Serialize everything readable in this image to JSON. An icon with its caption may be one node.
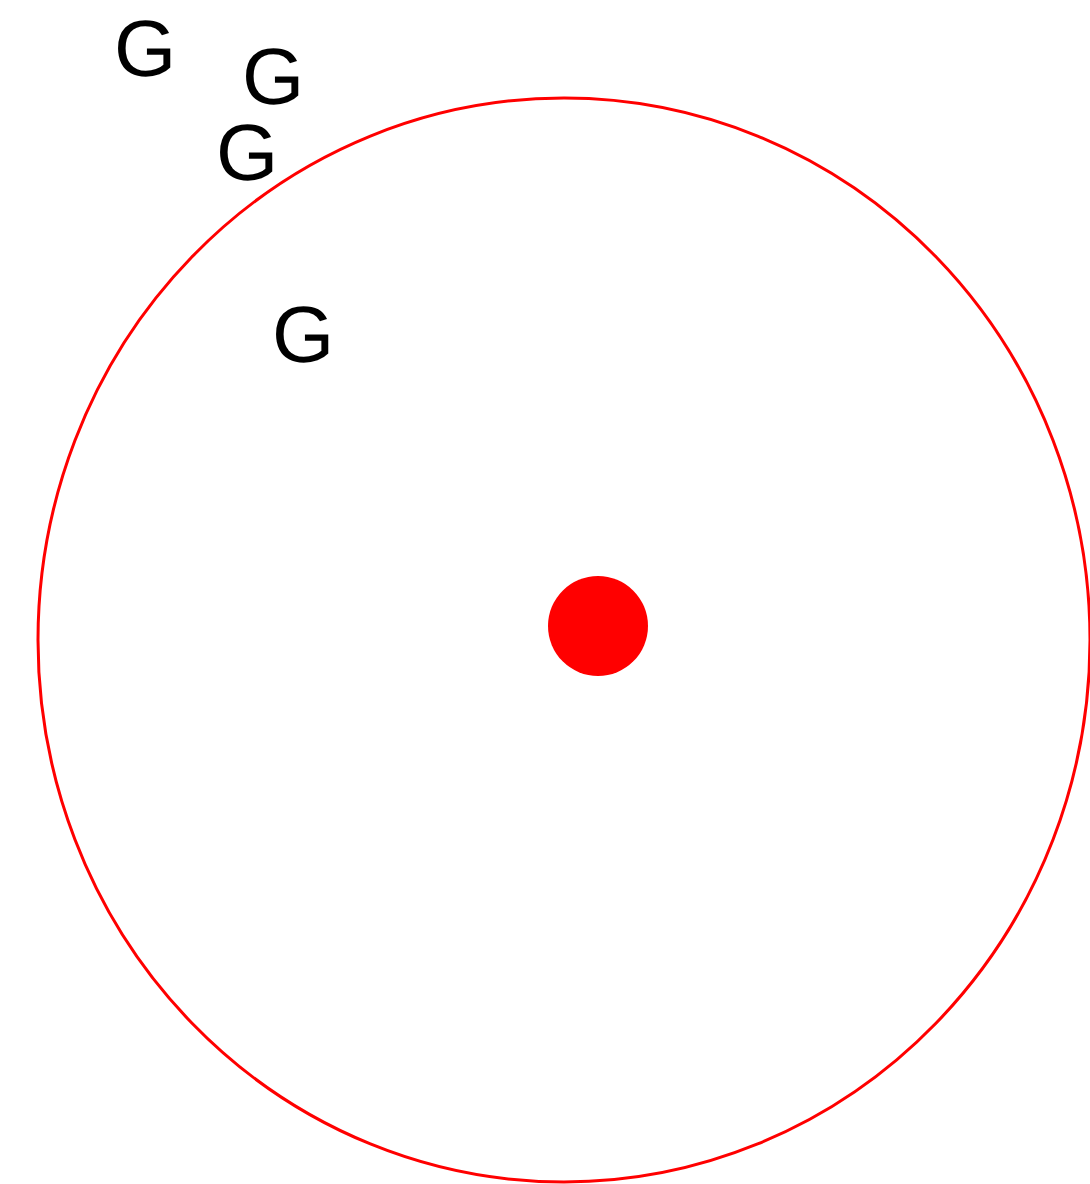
{
  "diagram": {
    "labels": [
      "G",
      "G",
      "G",
      "G"
    ]
  }
}
